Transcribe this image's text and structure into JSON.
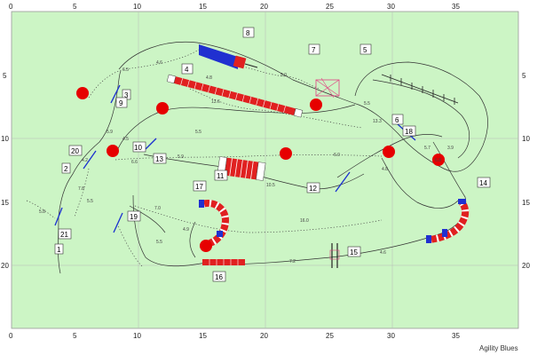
{
  "course": {
    "credit": "Agility Blues",
    "x_ticks": [
      "0",
      "5",
      "10",
      "15",
      "20",
      "25",
      "30",
      "35"
    ],
    "y_ticks": [
      "5",
      "10",
      "15",
      "20"
    ],
    "field_color": "#ccf5c5",
    "path_color": "#333333",
    "tunnel_color": "#e02020",
    "pole_color": "#1a2fd0",
    "numbers": [
      "1",
      "2",
      "3",
      "4",
      "5",
      "6",
      "7",
      "8",
      "9",
      "10",
      "11",
      "12",
      "13",
      "14",
      "15",
      "16",
      "17",
      "18",
      "19",
      "20",
      "21"
    ],
    "distances": [
      "6.5",
      "4.6",
      "4.8",
      "5.0",
      "13.6",
      "5.5",
      "13.3",
      "5.5",
      "5.9",
      "4.5",
      "6.6",
      "5.9",
      "6.0",
      "4.8",
      "5.7",
      "16.0",
      "10.5",
      "7.2",
      "4.6",
      "4.2",
      "7.8",
      "5.5",
      "5.8",
      "7.0",
      "4.9",
      "5.5",
      "6.8",
      "3.9"
    ]
  }
}
